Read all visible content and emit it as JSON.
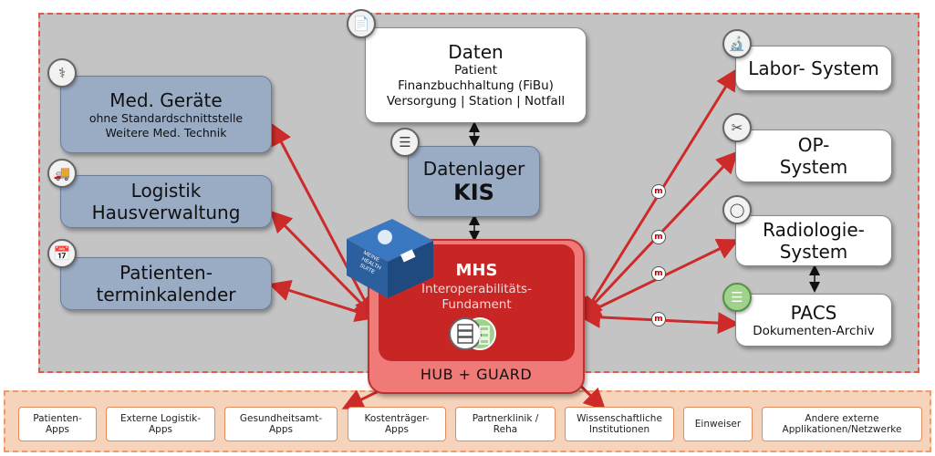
{
  "labels": {
    "daten": {
      "title": "Daten",
      "lines": [
        "Patient",
        "Finanzbuchhaltung (FiBu)",
        "Versorgung | Station | Notfall"
      ]
    },
    "med_geraete": {
      "title": "Med. Geräte",
      "lines": [
        "ohne Standardschnittstelle",
        "Weitere Med. Technik"
      ]
    },
    "logistik": {
      "line1": "Logistik",
      "line2": "Hausverwaltung"
    },
    "patienten_termin": {
      "line1": "Patienten-",
      "line2": "terminkalender"
    },
    "datenlager": {
      "line1": "Datenlager",
      "line2": "KIS"
    },
    "mhs": {
      "title": "MHS",
      "line1": "Interoperabilitäts-",
      "line2": "Fundament",
      "footer": "HUB + GUARD"
    },
    "labor": {
      "title": "Labor- System"
    },
    "op": {
      "line1": "OP-",
      "line2": "System"
    },
    "radiologie": {
      "line1": "Radiologie-",
      "line2": "System"
    },
    "pacs": {
      "title": "PACS",
      "subtitle": "Dokumenten-Archiv"
    },
    "product_box": {
      "line1": "MEINE",
      "line2": "HEALTH",
      "line3": "SUITE"
    },
    "badge": "m"
  },
  "bottom_items": [
    {
      "line1": "Patienten-",
      "line2": "Apps"
    },
    {
      "line1": "Externe Logistik-",
      "line2": "Apps"
    },
    {
      "line1": "Gesundheitsamt-",
      "line2": "Apps"
    },
    {
      "line1": "Kostenträger-",
      "line2": "Apps"
    },
    {
      "line1": "Partnerklinik /",
      "line2": "Reha"
    },
    {
      "line1": "Wissenschaftliche",
      "line2": "Institutionen"
    },
    {
      "line1": "Einweiser",
      "line2": ""
    },
    {
      "line1": "Andere externe",
      "line2": "Applikationen/Netzwerke"
    }
  ],
  "icons": {
    "daten": "documents-icon",
    "med_geraete": "medical-device-icon",
    "logistik": "hand-truck-icon",
    "patienten_termin": "calendar-clock-icon",
    "datenlager": "server-icon",
    "labor": "microscope-icon",
    "op": "scalpel-icon",
    "radiologie": "mri-scanner-icon",
    "pacs": "archive-server-icon"
  },
  "colors": {
    "arrow_red": "#cc2b2a",
    "hub_dark": "#c82625",
    "hub_light": "#f07a78",
    "blue_box": "#9aabc4",
    "gray_zone": "#c4c4c4",
    "dash_red": "#e05a4a",
    "bottom_zone": "#f6d3bb",
    "pacs_green": "#9fd28a"
  }
}
